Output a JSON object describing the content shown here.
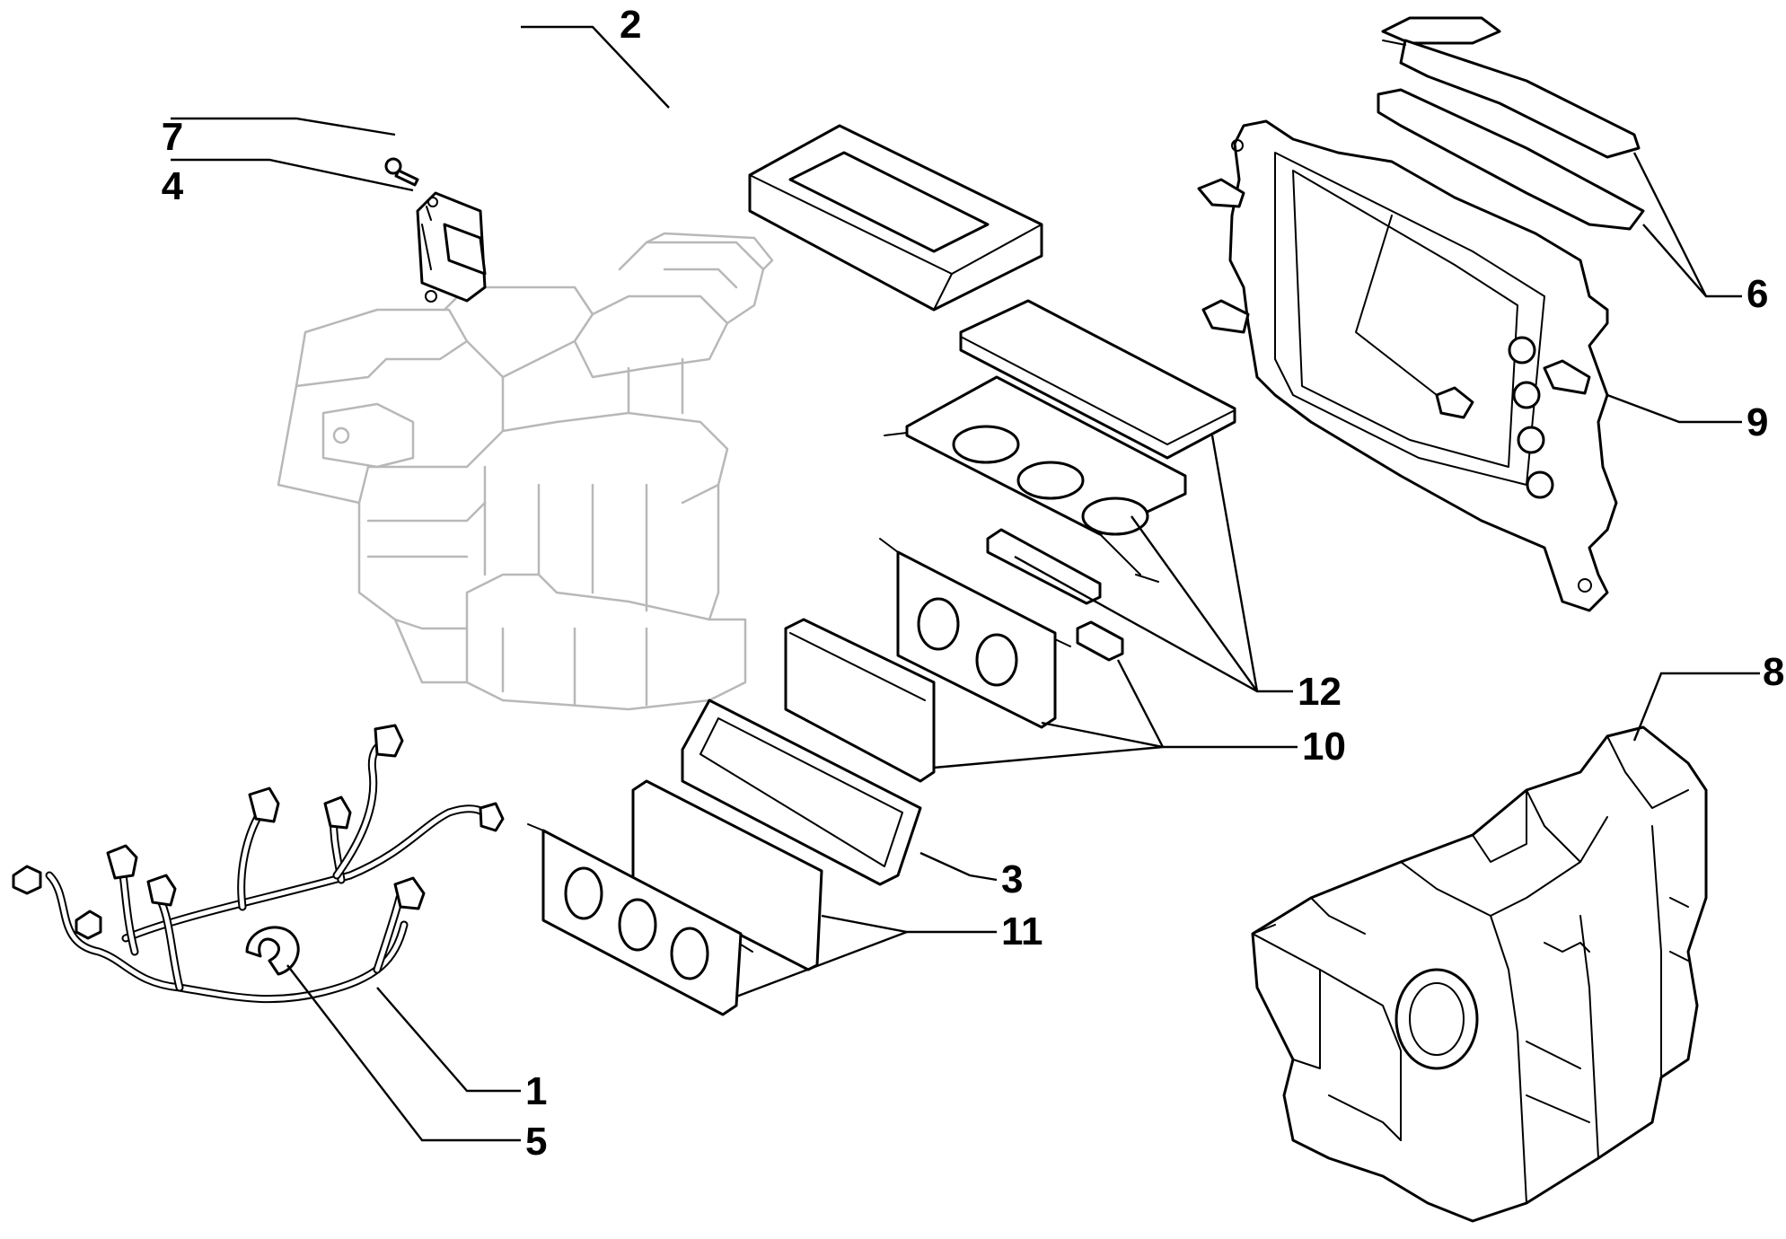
{
  "callouts": [
    {
      "id": "1",
      "label": "1"
    },
    {
      "id": "2",
      "label": "2"
    },
    {
      "id": "3",
      "label": "3"
    },
    {
      "id": "4",
      "label": "4"
    },
    {
      "id": "5",
      "label": "5"
    },
    {
      "id": "6",
      "label": "6"
    },
    {
      "id": "7",
      "label": "7"
    },
    {
      "id": "8",
      "label": "8"
    },
    {
      "id": "9",
      "label": "9"
    },
    {
      "id": "10",
      "label": "10"
    },
    {
      "id": "11",
      "label": "11"
    },
    {
      "id": "12",
      "label": "12"
    }
  ],
  "colors": {
    "line": "#000000",
    "ghost": "#b8b8b8",
    "background": "#ffffff"
  }
}
